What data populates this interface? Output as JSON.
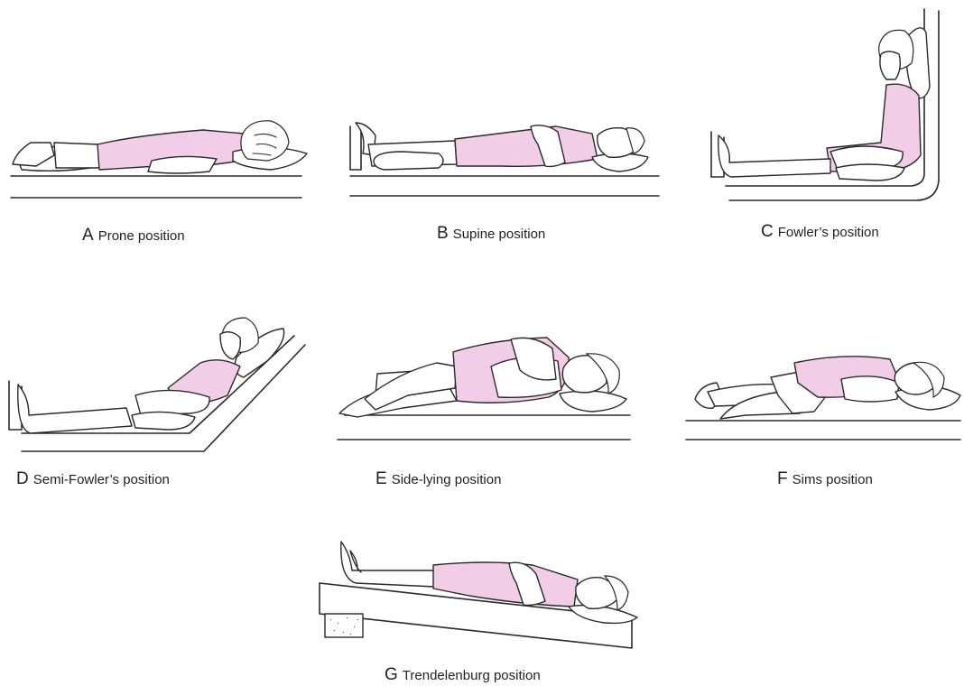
{
  "positions": [
    {
      "letter": "A",
      "label": "Prone position"
    },
    {
      "letter": "B",
      "label": "Supine position"
    },
    {
      "letter": "C",
      "label": "Fowler’s position"
    },
    {
      "letter": "D",
      "label": "Semi-Fowler’s position"
    },
    {
      "letter": "E",
      "label": "Side-lying position"
    },
    {
      "letter": "F",
      "label": "Sims position"
    },
    {
      "letter": "G",
      "label": "Trendelenburg position"
    }
  ],
  "colors": {
    "gown": "#f2cde8",
    "line": "#2a2a2a",
    "background": "#ffffff"
  }
}
